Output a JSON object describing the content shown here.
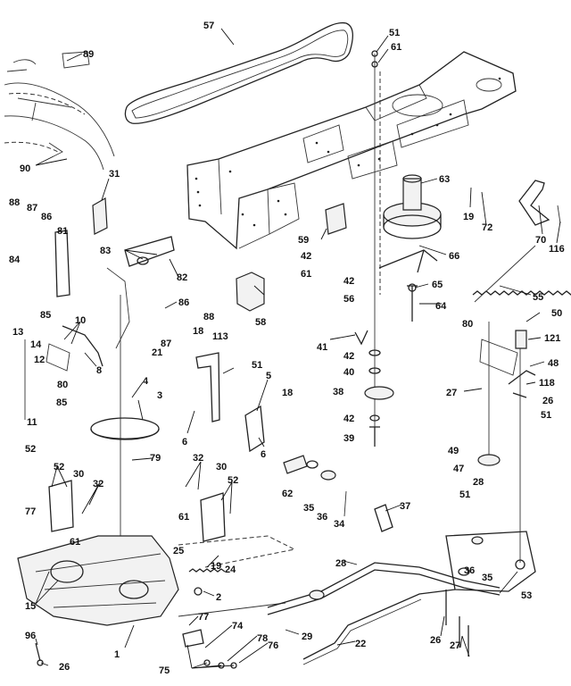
{
  "callouts": [
    {
      "id": "57",
      "label": "57"
    },
    {
      "id": "51-top",
      "label": "51"
    },
    {
      "id": "61-top",
      "label": "61"
    },
    {
      "id": "89",
      "label": "89"
    },
    {
      "id": "90",
      "label": "90"
    },
    {
      "id": "31",
      "label": "31"
    },
    {
      "id": "63",
      "label": "63"
    },
    {
      "id": "19-right",
      "label": "19"
    },
    {
      "id": "72",
      "label": "72"
    },
    {
      "id": "70",
      "label": "70"
    },
    {
      "id": "116",
      "label": "116"
    },
    {
      "id": "88-left",
      "label": "88"
    },
    {
      "id": "87-left",
      "label": "87"
    },
    {
      "id": "86-left",
      "label": "86"
    },
    {
      "id": "81",
      "label": "81"
    },
    {
      "id": "84",
      "label": "84"
    },
    {
      "id": "83",
      "label": "83"
    },
    {
      "id": "82",
      "label": "82"
    },
    {
      "id": "59",
      "label": "59"
    },
    {
      "id": "42-a",
      "label": "42"
    },
    {
      "id": "61-mid",
      "label": "61"
    },
    {
      "id": "66",
      "label": "66"
    },
    {
      "id": "42-b",
      "label": "42"
    },
    {
      "id": "56",
      "label": "56"
    },
    {
      "id": "65",
      "label": "65"
    },
    {
      "id": "64",
      "label": "64"
    },
    {
      "id": "55",
      "label": "55"
    },
    {
      "id": "58",
      "label": "58"
    },
    {
      "id": "86-mid",
      "label": "86"
    },
    {
      "id": "88-mid",
      "label": "88"
    },
    {
      "id": "87-mid",
      "label": "87"
    },
    {
      "id": "21",
      "label": "21"
    },
    {
      "id": "85-left",
      "label": "85"
    },
    {
      "id": "10",
      "label": "10"
    },
    {
      "id": "13",
      "label": "13"
    },
    {
      "id": "14",
      "label": "14"
    },
    {
      "id": "12",
      "label": "12"
    },
    {
      "id": "80-left",
      "label": "80"
    },
    {
      "id": "8",
      "label": "8"
    },
    {
      "id": "85-low",
      "label": "85"
    },
    {
      "id": "11",
      "label": "11"
    },
    {
      "id": "18-a",
      "label": "18"
    },
    {
      "id": "113",
      "label": "113"
    },
    {
      "id": "41",
      "label": "41"
    },
    {
      "id": "42-c",
      "label": "42"
    },
    {
      "id": "40",
      "label": "40"
    },
    {
      "id": "38",
      "label": "38"
    },
    {
      "id": "42-d",
      "label": "42"
    },
    {
      "id": "39",
      "label": "39"
    },
    {
      "id": "80-right",
      "label": "80"
    },
    {
      "id": "50",
      "label": "50"
    },
    {
      "id": "121",
      "label": "121"
    },
    {
      "id": "48",
      "label": "48"
    },
    {
      "id": "27-a",
      "label": "27"
    },
    {
      "id": "118",
      "label": "118"
    },
    {
      "id": "26-a",
      "label": "26"
    },
    {
      "id": "51-right",
      "label": "51"
    },
    {
      "id": "4",
      "label": "4"
    },
    {
      "id": "3",
      "label": "3"
    },
    {
      "id": "51-mid",
      "label": "51"
    },
    {
      "id": "5",
      "label": "5"
    },
    {
      "id": "18-b",
      "label": "18"
    },
    {
      "id": "6-a",
      "label": "6"
    },
    {
      "id": "6-b",
      "label": "6"
    },
    {
      "id": "52-top",
      "label": "52"
    },
    {
      "id": "79",
      "label": "79"
    },
    {
      "id": "62",
      "label": "62"
    },
    {
      "id": "35-a",
      "label": "35"
    },
    {
      "id": "36-a",
      "label": "36"
    },
    {
      "id": "34",
      "label": "34"
    },
    {
      "id": "49",
      "label": "49"
    },
    {
      "id": "47",
      "label": "47"
    },
    {
      "id": "28-a",
      "label": "28"
    },
    {
      "id": "51-low",
      "label": "51"
    },
    {
      "id": "52-a",
      "label": "52"
    },
    {
      "id": "30-a",
      "label": "30"
    },
    {
      "id": "32-a",
      "label": "32"
    },
    {
      "id": "32-b",
      "label": "32"
    },
    {
      "id": "30-b",
      "label": "30"
    },
    {
      "id": "52-b",
      "label": "52"
    },
    {
      "id": "37",
      "label": "37"
    },
    {
      "id": "77-a",
      "label": "77"
    },
    {
      "id": "61-low",
      "label": "61"
    },
    {
      "id": "61-b",
      "label": "61"
    },
    {
      "id": "25",
      "label": "25"
    },
    {
      "id": "19-low",
      "label": "19"
    },
    {
      "id": "24",
      "label": "24"
    },
    {
      "id": "28-b",
      "label": "28"
    },
    {
      "id": "36-b",
      "label": "36"
    },
    {
      "id": "35-b",
      "label": "35"
    },
    {
      "id": "53",
      "label": "53"
    },
    {
      "id": "15",
      "label": "15"
    },
    {
      "id": "2",
      "label": "2"
    },
    {
      "id": "77-b",
      "label": "77"
    },
    {
      "id": "1",
      "label": "1"
    },
    {
      "id": "74",
      "label": "74"
    },
    {
      "id": "78",
      "label": "78"
    },
    {
      "id": "76",
      "label": "76"
    },
    {
      "id": "29",
      "label": "29"
    },
    {
      "id": "22",
      "label": "22"
    },
    {
      "id": "26-b",
      "label": "26"
    },
    {
      "id": "27-b",
      "label": "27"
    },
    {
      "id": "96",
      "label": "96"
    },
    {
      "id": "26-c",
      "label": "26"
    },
    {
      "id": "75",
      "label": "75"
    }
  ]
}
